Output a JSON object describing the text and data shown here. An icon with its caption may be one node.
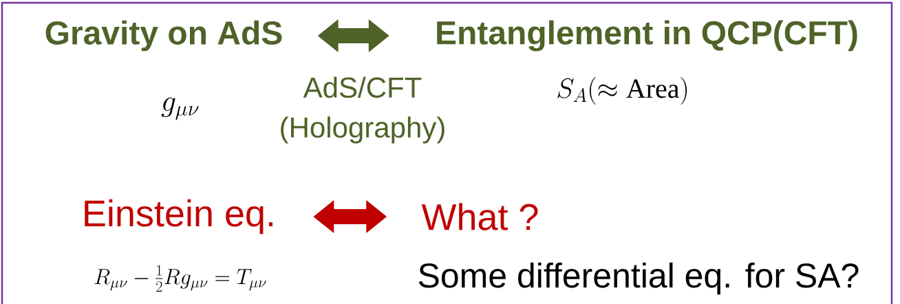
{
  "diagram": {
    "nodes": [
      {
        "text": [
          "Gravity on AdS"
        ]
      },
      {
        "text": [
          "Entanglement in QCP(CFT)"
        ]
      },
      {
        "text": [
          "Einstein eq."
        ]
      },
      {
        "text": [
          "What ?"
        ]
      }
    ],
    "edges": [
      {
        "from": 0,
        "to": 1,
        "arrow": "both",
        "label": "AdS/CFT (Holography)",
        "color": "#4f6228"
      },
      {
        "from": 2,
        "to": 3,
        "arrow": "both",
        "color": "#c00000"
      }
    ],
    "labels": [
      "g_{\\mu\\nu}",
      "S_{A}(\\approx \\mathrm{Area})",
      "R_{\\mu\\nu}-\\frac{1}{2}Rg_{\\mu\\nu}=T_{\\mu\\nu}",
      "Some differential eq. for SA?"
    ]
  }
}
